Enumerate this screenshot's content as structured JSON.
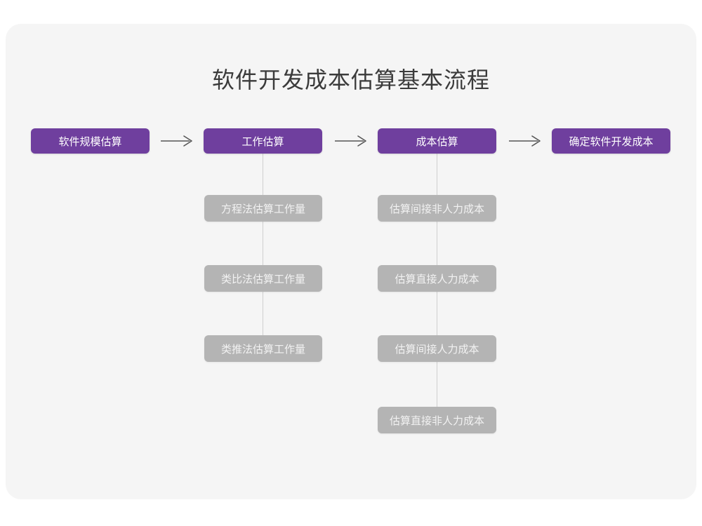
{
  "diagram": {
    "title": "软件开发成本估算基本流程",
    "colors": {
      "canvas": "#ffffff",
      "card": "#f5f5f5",
      "primary_node": "#6f3f9e",
      "primary_text": "#ffffff",
      "secondary_node": "#b4b4b4",
      "secondary_text": "#f2f2f2",
      "title_text": "#3b3b3b",
      "connector": "#cfcfcf",
      "arrow": "#555555"
    },
    "stages": [
      {
        "id": "stage-1",
        "label": "软件规模估算",
        "substeps": []
      },
      {
        "id": "stage-2",
        "label": "工作估算",
        "substeps": [
          {
            "id": "sub-2-1",
            "label": "方程法估算工作量"
          },
          {
            "id": "sub-2-2",
            "label": "类比法估算工作量"
          },
          {
            "id": "sub-2-3",
            "label": "类推法估算工作量"
          }
        ]
      },
      {
        "id": "stage-3",
        "label": "成本估算",
        "substeps": [
          {
            "id": "sub-3-1",
            "label": "估算间接非人力成本"
          },
          {
            "id": "sub-3-2",
            "label": "估算直接人力成本"
          },
          {
            "id": "sub-3-3",
            "label": "估算间接人力成本"
          },
          {
            "id": "sub-3-4",
            "label": "估算直接非人力成本"
          }
        ]
      },
      {
        "id": "stage-4",
        "label": "确定软件开发成本",
        "substeps": []
      }
    ],
    "arrows": [
      {
        "id": "arrow-1",
        "from": "stage-1",
        "to": "stage-2",
        "glyph": "right-arrow"
      },
      {
        "id": "arrow-2",
        "from": "stage-2",
        "to": "stage-3",
        "glyph": "right-arrow"
      },
      {
        "id": "arrow-3",
        "from": "stage-3",
        "to": "stage-4",
        "glyph": "right-arrow"
      }
    ]
  }
}
